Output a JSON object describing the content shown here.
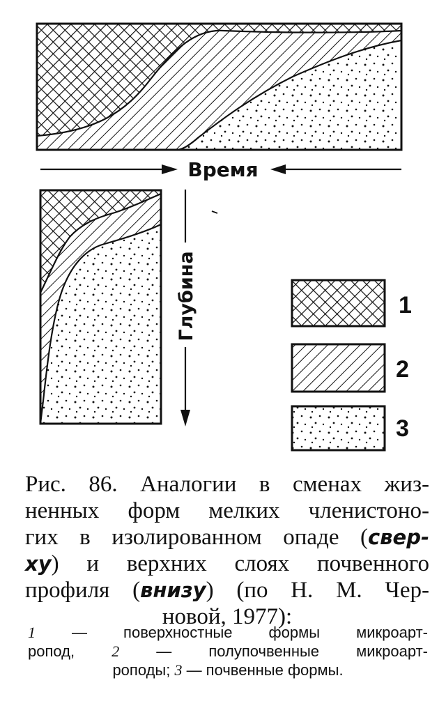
{
  "figure": {
    "time_label": "Время",
    "depth_label": "Глубина",
    "legend": [
      {
        "number": "1",
        "pattern": "crosshatch"
      },
      {
        "number": "2",
        "pattern": "diagonal-hatch"
      },
      {
        "number": "3",
        "pattern": "stipple"
      }
    ]
  },
  "caption": {
    "line1_a": "Рис. 86. Аналогии в сменах жиз-",
    "line2": "ненных форм мелких членистоно-",
    "line3_a": "гих в изолированном опаде (",
    "line3_emph": "свер-",
    "line4_emph": "ху",
    "line4_b": ") и верхних слоях почвенного",
    "line5_a": "профиля (",
    "line5_emph": "внизу",
    "line5_b": ") (по Н. М. Чер-",
    "line6": "новой, 1977):"
  },
  "legend_text": {
    "l1_num": "1",
    "l1_text": " — поверхностные формы микроарт-",
    "l2_text_a": "ропод, ",
    "l2_num": "2",
    "l2_text_b": " — полупочвенные микроарт-",
    "l3_text_a": "роподы; ",
    "l3_num": "3",
    "l3_text_b": " — почвенные формы."
  }
}
